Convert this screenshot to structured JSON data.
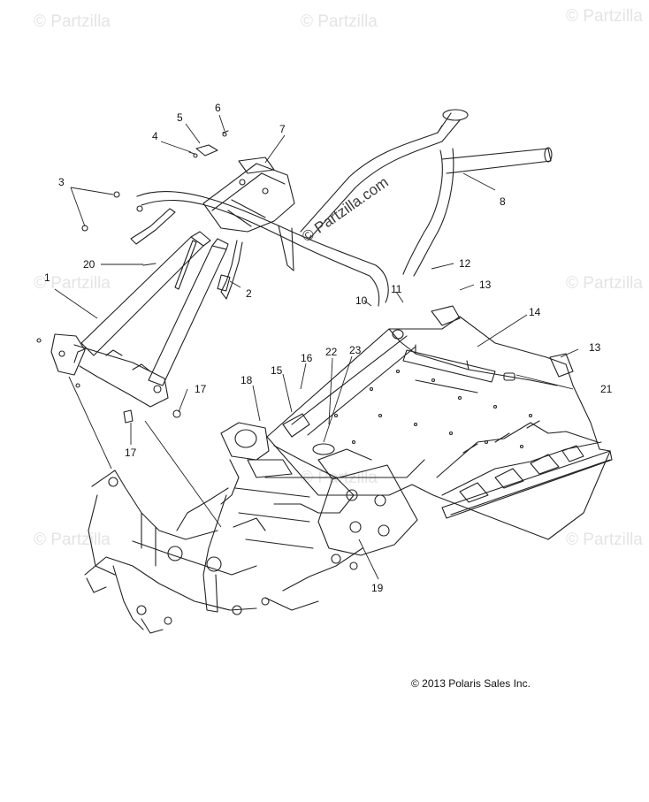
{
  "watermark": "© Partzilla",
  "watermark_center": "© Partzilla.com",
  "copyright": "© 2013 Polaris Sales Inc.",
  "callouts": {
    "c1": "1",
    "c2": "2",
    "c3": "3",
    "c4": "4",
    "c5": "5",
    "c6": "6",
    "c7": "7",
    "c8": "8",
    "c10": "10",
    "c11": "11",
    "c12": "12",
    "c13a": "13",
    "c13b": "13",
    "c14": "14",
    "c15": "15",
    "c16": "16",
    "c17a": "17",
    "c17b": "17",
    "c18": "18",
    "c19": "19",
    "c20": "20",
    "c21": "21",
    "c22": "22",
    "c23": "23"
  }
}
